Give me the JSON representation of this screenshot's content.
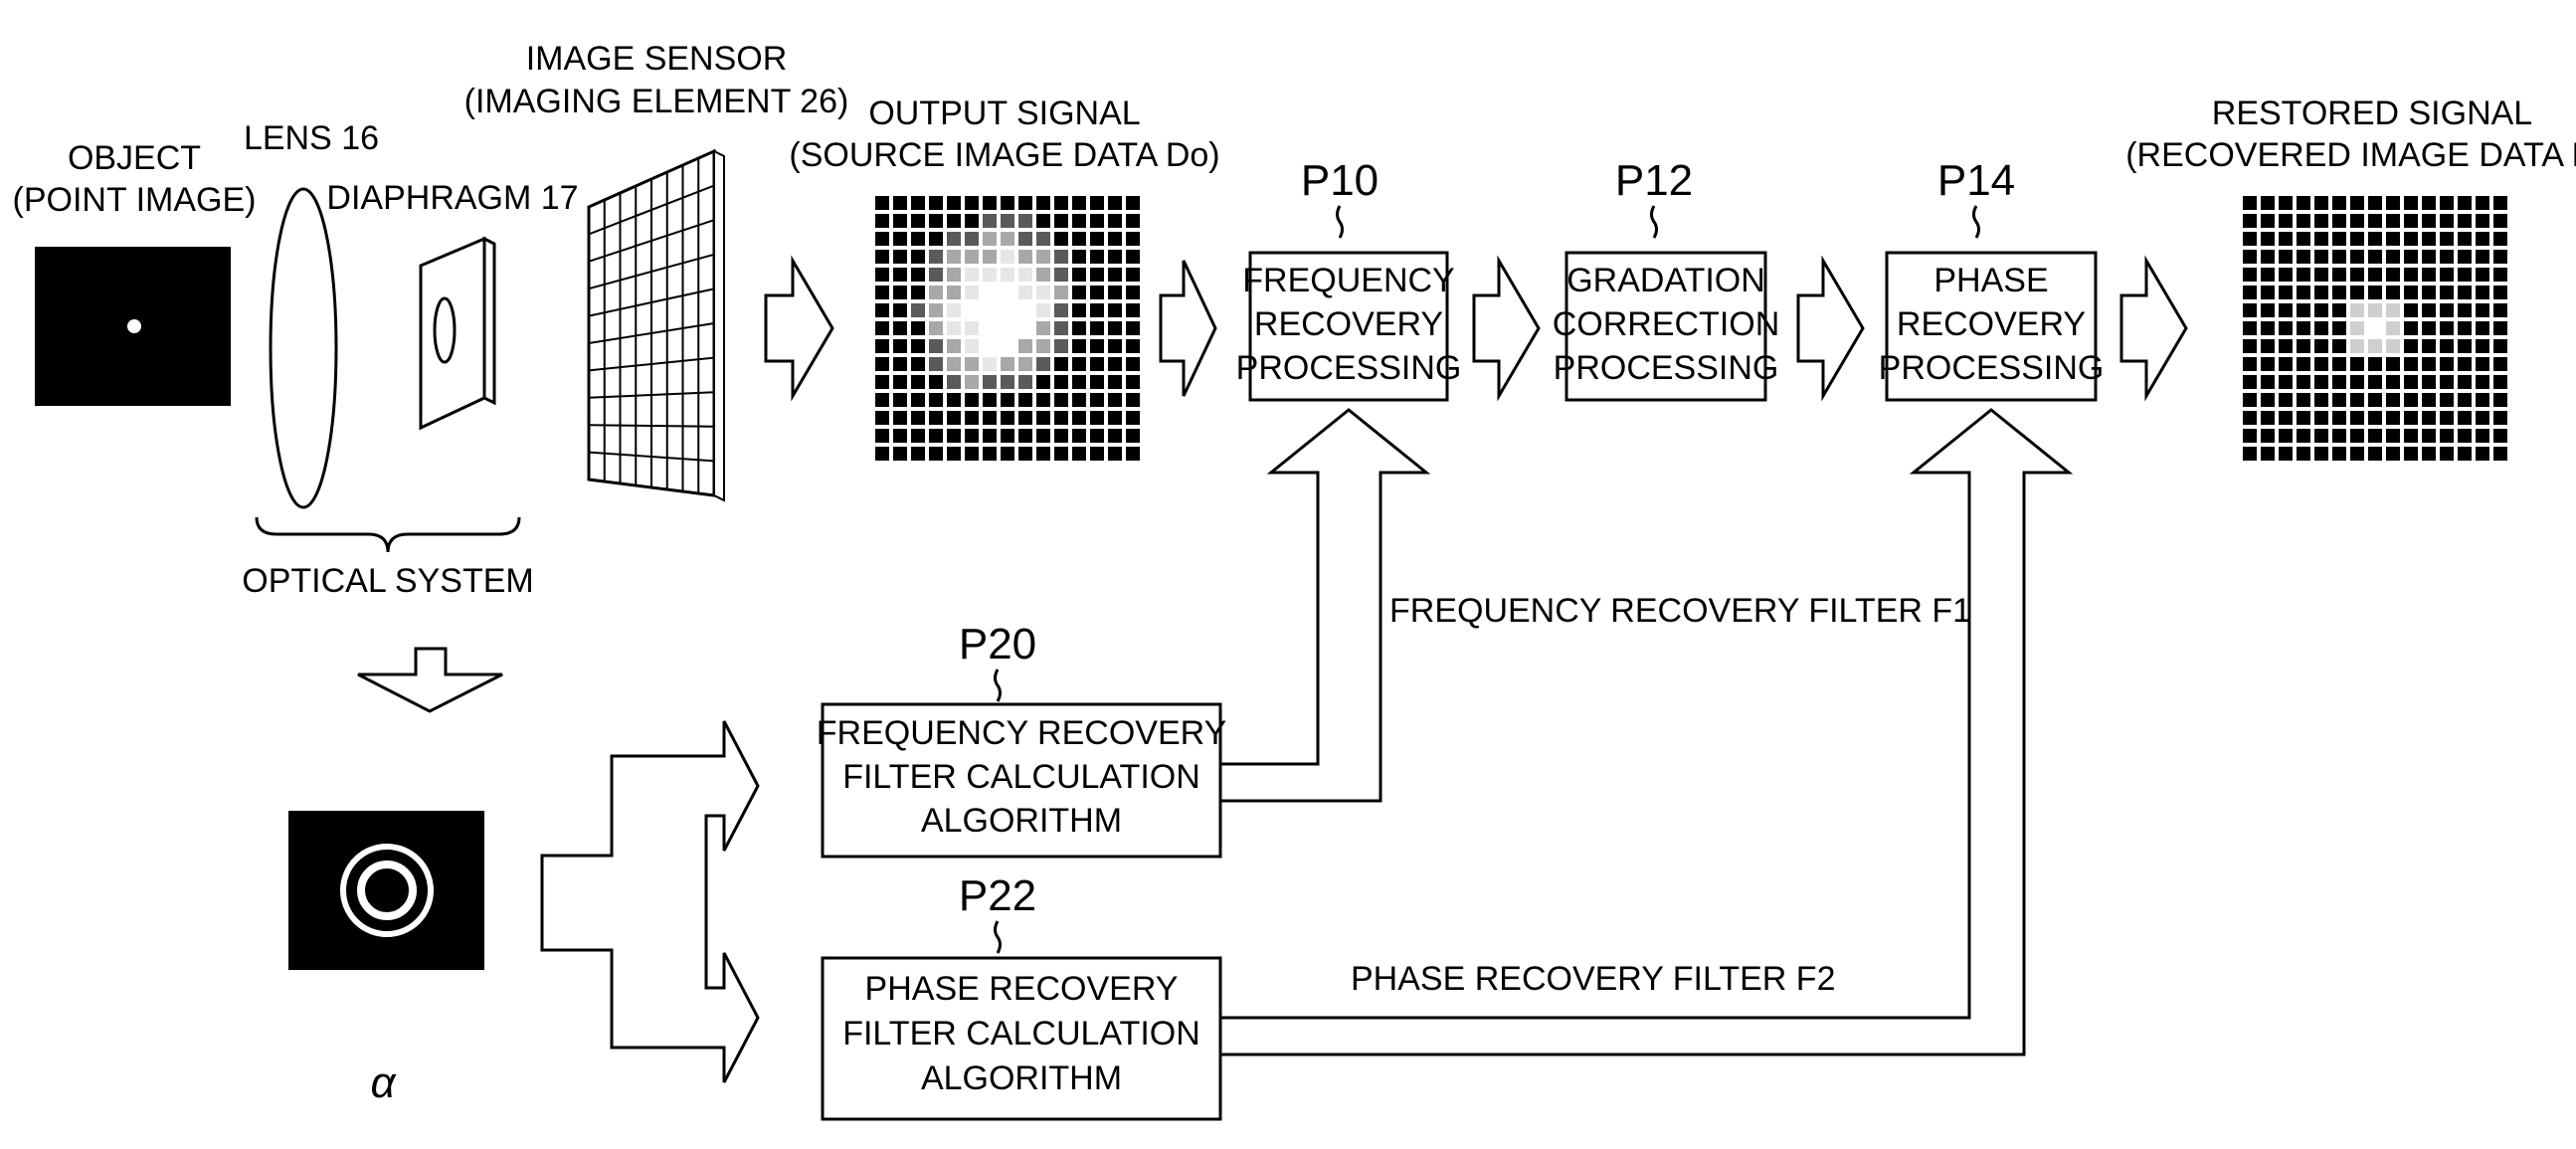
{
  "diagram": {
    "object": {
      "title_line1": "OBJECT",
      "title_line2": "(POINT IMAGE)"
    },
    "lens": {
      "label": "LENS 16"
    },
    "diaphragm": {
      "label": "DIAPHRAGM 17"
    },
    "optical_system": {
      "label": "OPTICAL SYSTEM"
    },
    "image_sensor": {
      "title_line1": "IMAGE SENSOR",
      "title_line2": "(IMAGING ELEMENT 26)"
    },
    "output_signal": {
      "title_line1": "OUTPUT SIGNAL",
      "title_line2": "(SOURCE IMAGE DATA Do)"
    },
    "restored_signal": {
      "title_line1": "RESTORED SIGNAL",
      "title_line2": "(RECOVERED IMAGE DATA Dr)"
    },
    "p10": {
      "tag": "P10",
      "line1": "FREQUENCY",
      "line2": "RECOVERY",
      "line3": "PROCESSING"
    },
    "p12": {
      "tag": "P12",
      "line1": "GRADATION",
      "line2": "CORRECTION",
      "line3": "PROCESSING"
    },
    "p14": {
      "tag": "P14",
      "line1": "PHASE",
      "line2": "RECOVERY",
      "line3": "PROCESSING"
    },
    "p20": {
      "tag": "P20",
      "line1": "FREQUENCY RECOVERY",
      "line2": "FILTER CALCULATION",
      "line3": "ALGORITHM"
    },
    "p22": {
      "tag": "P22",
      "line1": "PHASE RECOVERY",
      "line2": "FILTER CALCULATION",
      "line3": "ALGORITHM"
    },
    "filter_f1": {
      "label": "FREQUENCY RECOVERY FILTER F1"
    },
    "filter_f2": {
      "label": "PHASE RECOVERY FILTER F2"
    },
    "psf": {
      "label": "α"
    }
  },
  "colors": {
    "ink": "#000000",
    "paper": "#ffffff"
  }
}
